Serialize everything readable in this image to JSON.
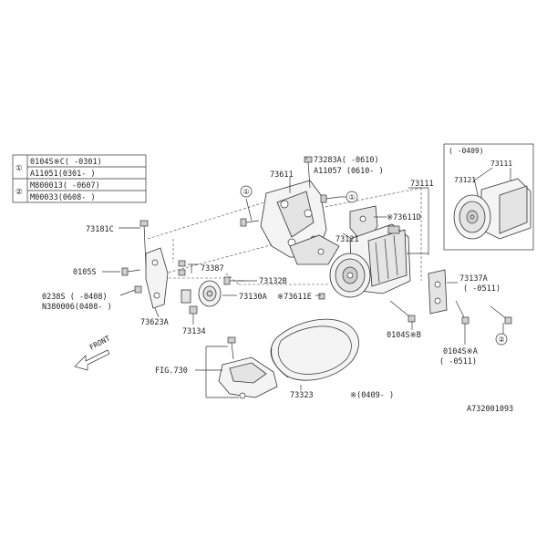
{
  "legend": {
    "rows": [
      {
        "mark": "①",
        "line1": "0104S※C( -0301)",
        "line2": "A11051(0301- )"
      },
      {
        "mark": "②",
        "line1": "M800013( -0607)",
        "line2": "M00033(0608- )"
      }
    ]
  },
  "inset": {
    "note": "( -0409)",
    "labels": [
      "73111",
      "73121"
    ]
  },
  "callouts": {
    "c73283A": "73283A( -0610)",
    "cA11057": "A11057 (0610- )",
    "c73611": "73611",
    "c73111": "73111",
    "c73181C": "73181C",
    "c73611D": "※73611D",
    "c73121": "73121",
    "c0105S": "0105S",
    "c73387": "73387",
    "c73132B": "73132B",
    "c0238S": "0238S ( -0408)",
    "cN380006": "N380006(0408- )",
    "c73130A": "73130A",
    "c73611E": "※73611E",
    "c73623A": "73623A",
    "c73134": "73134",
    "c73137A": "73137A",
    "c0511a": "( -0511)",
    "c0104SB": "0104S※B",
    "c0104SA": "0104S※A",
    "c0511b": "( -0511)",
    "cFront": "FRONT",
    "cFig730": "FIG.730",
    "c73323": "73323",
    "c0409note": "※(0409- )",
    "cCircle1a": "①",
    "cCircle1b": "①",
    "cCircle2": "②"
  },
  "diagram_id": "A732001093"
}
